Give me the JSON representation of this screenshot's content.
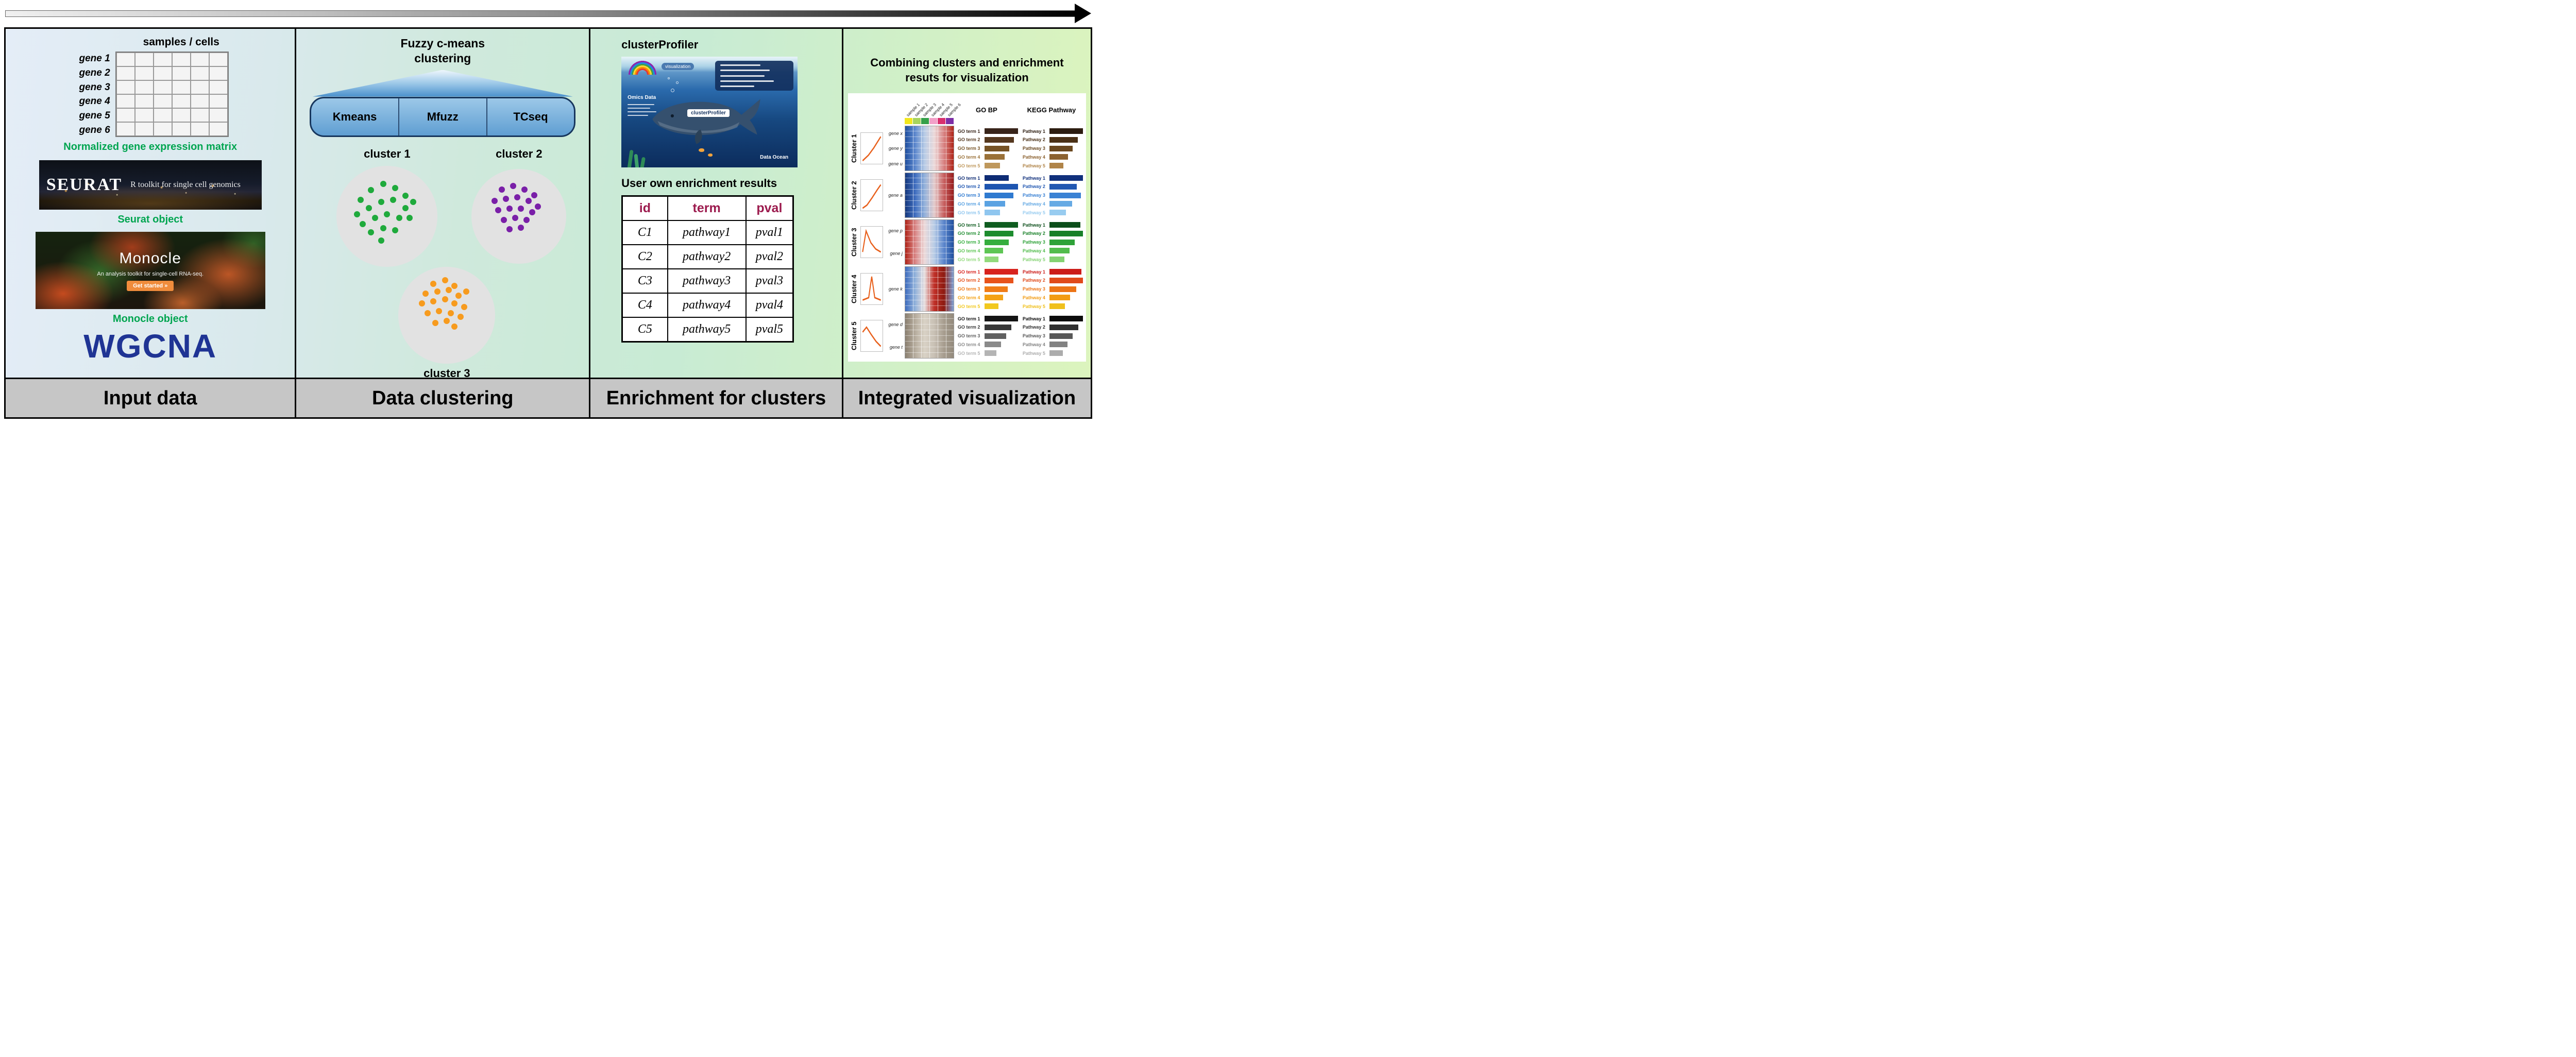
{
  "colors": {
    "green_caption": "#00a550",
    "wgcna_blue": "#1f3494",
    "table_header_text": "#9c1b4e",
    "footer_bg": "#c6c6c6",
    "methods_bar": "#5f9ed2"
  },
  "panels": {
    "input_data": {
      "footer_label": "Input data",
      "matrix": {
        "header": "samples / cells",
        "genes": [
          "gene 1",
          "gene 2",
          "gene 3",
          "gene 4",
          "gene 5",
          "gene 6"
        ],
        "cols": 6,
        "caption": "Normalized gene expression matrix"
      },
      "seurat": {
        "logo": "SEURAT",
        "tagline": "R toolkit for single cell genomics",
        "caption": "Seurat object"
      },
      "monocle": {
        "title": "Monocle",
        "subtitle": "An analysis toolkit for single-cell RNA-seq.",
        "button": "Get started »",
        "caption": "Monocle object"
      },
      "wgcna": "WGCNA"
    },
    "data_clustering": {
      "footer_label": "Data clustering",
      "title": "Fuzzy c-means clustering",
      "methods": [
        "Kmeans",
        "Mfuzz",
        "TCseq"
      ],
      "clusters": [
        {
          "label": "cluster 1",
          "dot_color": "#1faa3c",
          "points": [
            [
              24,
              34
            ],
            [
              34,
              24
            ],
            [
              46,
              18
            ],
            [
              58,
              22
            ],
            [
              68,
              30
            ],
            [
              20,
              48
            ],
            [
              32,
              42
            ],
            [
              44,
              36
            ],
            [
              56,
              34
            ],
            [
              68,
              42
            ],
            [
              76,
              36
            ],
            [
              26,
              58
            ],
            [
              38,
              52
            ],
            [
              50,
              48
            ],
            [
              62,
              52
            ],
            [
              72,
              52
            ],
            [
              34,
              66
            ],
            [
              46,
              62
            ],
            [
              58,
              64
            ],
            [
              44,
              74
            ]
          ]
        },
        {
          "label": "cluster 2",
          "dot_color": "#7a1fa8",
          "points": [
            [
              32,
              22
            ],
            [
              44,
              18
            ],
            [
              56,
              22
            ],
            [
              66,
              28
            ],
            [
              24,
              34
            ],
            [
              36,
              32
            ],
            [
              48,
              30
            ],
            [
              60,
              34
            ],
            [
              70,
              40
            ],
            [
              28,
              44
            ],
            [
              40,
              42
            ],
            [
              52,
              42
            ],
            [
              64,
              46
            ],
            [
              34,
              54
            ],
            [
              46,
              52
            ],
            [
              58,
              54
            ],
            [
              40,
              64
            ],
            [
              52,
              62
            ]
          ]
        },
        {
          "label": "cluster 3",
          "dot_color": "#f79b1e",
          "points": [
            [
              36,
              18
            ],
            [
              48,
              14
            ],
            [
              58,
              20
            ],
            [
              28,
              28
            ],
            [
              40,
              26
            ],
            [
              52,
              24
            ],
            [
              62,
              30
            ],
            [
              70,
              26
            ],
            [
              24,
              38
            ],
            [
              36,
              36
            ],
            [
              48,
              34
            ],
            [
              58,
              38
            ],
            [
              68,
              42
            ],
            [
              30,
              48
            ],
            [
              42,
              46
            ],
            [
              54,
              48
            ],
            [
              64,
              52
            ],
            [
              38,
              58
            ],
            [
              50,
              56
            ],
            [
              58,
              62
            ]
          ]
        }
      ]
    },
    "enrichment": {
      "footer_label": "Enrichment for clusters",
      "title": "clusterProfiler",
      "banner": {
        "visualization_label": "visualization",
        "whale_label": "clusterProfiler",
        "omics_label": "Omics Data",
        "ocean_label": "Data Ocean"
      },
      "results_title": "User own enrichment results",
      "table": {
        "headers": [
          "id",
          "term",
          "pval"
        ],
        "rows": [
          [
            "C1",
            "pathway1",
            "pval1"
          ],
          [
            "C2",
            "pathway2",
            "pval2"
          ],
          [
            "C3",
            "pathway3",
            "pval3"
          ],
          [
            "C4",
            "pathway4",
            "pval4"
          ],
          [
            "C5",
            "pathway5",
            "pval5"
          ]
        ]
      }
    },
    "integrated_visualization": {
      "footer_label": "Integrated visualization",
      "title": "Combining clusters and enrichment resuts for visualization",
      "go_header": "GO BP",
      "kegg_header": "KEGG Pathway",
      "column_labels": [
        "sample 1",
        "sample 2",
        "sample 3",
        "sample 4",
        "sample 5",
        "sample 6"
      ],
      "column_colors": [
        "#f2e71d",
        "#a8d45c",
        "#35a04a",
        "#f2a0c8",
        "#d8306e",
        "#7c2ea6"
      ],
      "go_labels": [
        "GO term 1",
        "GO term 2",
        "GO term 3",
        "GO term 4",
        "GO term 5"
      ],
      "kegg_labels": [
        "Pathway 1",
        "Pathway 2",
        "Pathway 3",
        "Pathway 4",
        "Pathway 5"
      ],
      "clusters": [
        {
          "name": "Cluster 1",
          "trend": "8,90 35,72 60,48 92,12",
          "genes": [
            "gene x",
            "gene y",
            "gene u"
          ],
          "heatmap": [
            "#2050a0",
            "#5b86cc",
            "#b8cce6",
            "#ecdada",
            "#d88282",
            "#b02418"
          ],
          "go": {
            "values": [
              100,
              88,
              74,
              60,
              46
            ],
            "colors": [
              "#38241a",
              "#55381f",
              "#775325",
              "#9a7138",
              "#bf985c"
            ]
          },
          "kegg": {
            "values": [
              100,
              84,
              70,
              56,
              42
            ],
            "colors": [
              "#2c1c10",
              "#4a3016",
              "#6a4820",
              "#8c6230",
              "#b08448"
            ]
          }
        },
        {
          "name": "Cluster 2",
          "trend": "8,92 28,82 52,58 76,32 92,16",
          "genes": [
            "gene a"
          ],
          "heatmap": [
            "#16397e",
            "#3e6cbe",
            "#93b2dc",
            "#e4cccc",
            "#c86060",
            "#981c1c"
          ],
          "go": {
            "values": [
              72,
              100,
              86,
              62,
              46
            ],
            "colors": [
              "#0e2c74",
              "#1d55b0",
              "#2f7ad0",
              "#5aa2e2",
              "#8fc6ef"
            ]
          },
          "kegg": {
            "values": [
              100,
              82,
              94,
              68,
              50
            ],
            "colors": [
              "#10307c",
              "#2258b2",
              "#3b82d4",
              "#66aae4",
              "#98ccf0"
            ]
          }
        },
        {
          "name": "Cluster 3",
          "trend": "8,82 24,14 46,52 68,72 92,82",
          "genes": [
            "gene p",
            "gene j"
          ],
          "heatmap": [
            "#b02418",
            "#d88282",
            "#ecdada",
            "#b8cce6",
            "#5b86cc",
            "#2050a0"
          ],
          "go": {
            "values": [
              100,
              86,
              72,
              56,
              42
            ],
            "colors": [
              "#0f5c20",
              "#1d8c2e",
              "#36ae3e",
              "#5ec654",
              "#92da7c"
            ]
          },
          "kegg": {
            "values": [
              92,
              100,
              76,
              60,
              44
            ],
            "colors": [
              "#0c4e1a",
              "#188028",
              "#2ea238",
              "#52bc4c",
              "#84d272"
            ]
          }
        },
        {
          "name": "Cluster 4",
          "trend": "8,86 36,78 50,10 64,78 92,86",
          "genes": [
            "gene k"
          ],
          "heatmap": [
            "#3e6cbe",
            "#8fb0da",
            "#e8e0e0",
            "#c03028",
            "#8e1a10",
            "#7fa3d8"
          ],
          "go": {
            "values": [
              100,
              86,
              70,
              56,
              42
            ],
            "colors": [
              "#d8231e",
              "#e8531c",
              "#f07c18",
              "#f4a216",
              "#f2c81e"
            ]
          },
          "kegg": {
            "values": [
              96,
              100,
              80,
              62,
              46
            ],
            "colors": [
              "#cc1c18",
              "#e04a1a",
              "#ec7416",
              "#f29c14",
              "#f0c01c"
            ]
          }
        },
        {
          "name": "Cluster 5",
          "trend": "8,38 26,22 48,46 70,68 92,84",
          "genes": [
            "gene d",
            "gene t"
          ],
          "heatmap": [
            "#8a7f70",
            "#b5ab9c",
            "#d9d2c6",
            "#c8c0b4",
            "#a79d8e",
            "#938a7c"
          ],
          "go": {
            "values": [
              100,
              80,
              64,
              50,
              36
            ],
            "colors": [
              "#141414",
              "#383838",
              "#606060",
              "#8a8a8a",
              "#b4b4b4"
            ]
          },
          "kegg": {
            "values": [
              100,
              86,
              70,
              54,
              40
            ],
            "colors": [
              "#0c0c0c",
              "#303030",
              "#585858",
              "#828282",
              "#acacac"
            ]
          }
        }
      ]
    }
  }
}
